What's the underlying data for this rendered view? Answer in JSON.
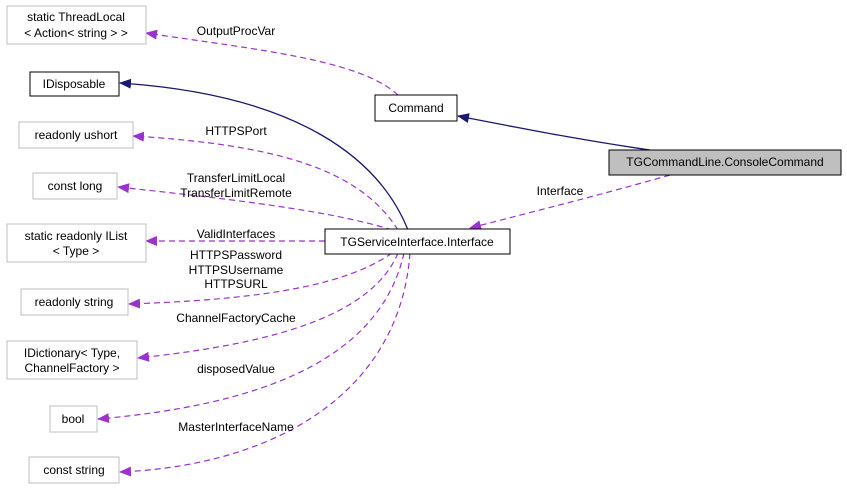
{
  "nodes": {
    "threadlocal": {
      "lines": [
        "static ThreadLocal",
        "< Action< string > >"
      ],
      "style": "gray"
    },
    "idisposable": {
      "lines": [
        "IDisposable"
      ],
      "style": "black"
    },
    "ushort": {
      "lines": [
        "readonly ushort"
      ],
      "style": "gray"
    },
    "constlong": {
      "lines": [
        "const long"
      ],
      "style": "gray"
    },
    "ilist": {
      "lines": [
        "static readonly IList",
        "< Type >"
      ],
      "style": "gray"
    },
    "rostring": {
      "lines": [
        "readonly string"
      ],
      "style": "gray"
    },
    "idict": {
      "lines": [
        "IDictionary< Type,",
        "ChannelFactory >"
      ],
      "style": "gray"
    },
    "bool": {
      "lines": [
        "bool"
      ],
      "style": "gray"
    },
    "conststring": {
      "lines": [
        "const string"
      ],
      "style": "gray"
    },
    "command": {
      "lines": [
        "Command"
      ],
      "style": "black"
    },
    "consolecommand": {
      "lines": [
        "TGCommandLine.ConsoleCommand"
      ],
      "style": "highlight"
    },
    "iface": {
      "lines": [
        "TGServiceInterface.Interface"
      ],
      "style": "black"
    }
  },
  "edge_labels": {
    "output_proc_var": "OutputProcVar",
    "https_port": "HTTPSPort",
    "transfer_limit": [
      "TransferLimitLocal",
      "TransferLimitRemote"
    ],
    "valid_interfaces": "ValidInterfaces",
    "https_creds": [
      "HTTPSPassword",
      "HTTPSUsername",
      "HTTPSURL"
    ],
    "channel_factory_cache": "ChannelFactoryCache",
    "disposed_value": "disposedValue",
    "master_interface_name": "MasterInterfaceName",
    "interface": "Interface"
  },
  "colors": {
    "inheritance_edge": "#191970",
    "usage_edge": "#9a32cd",
    "gray_border": "#bfbfbf",
    "highlight_fill": "#bfbfbf"
  }
}
